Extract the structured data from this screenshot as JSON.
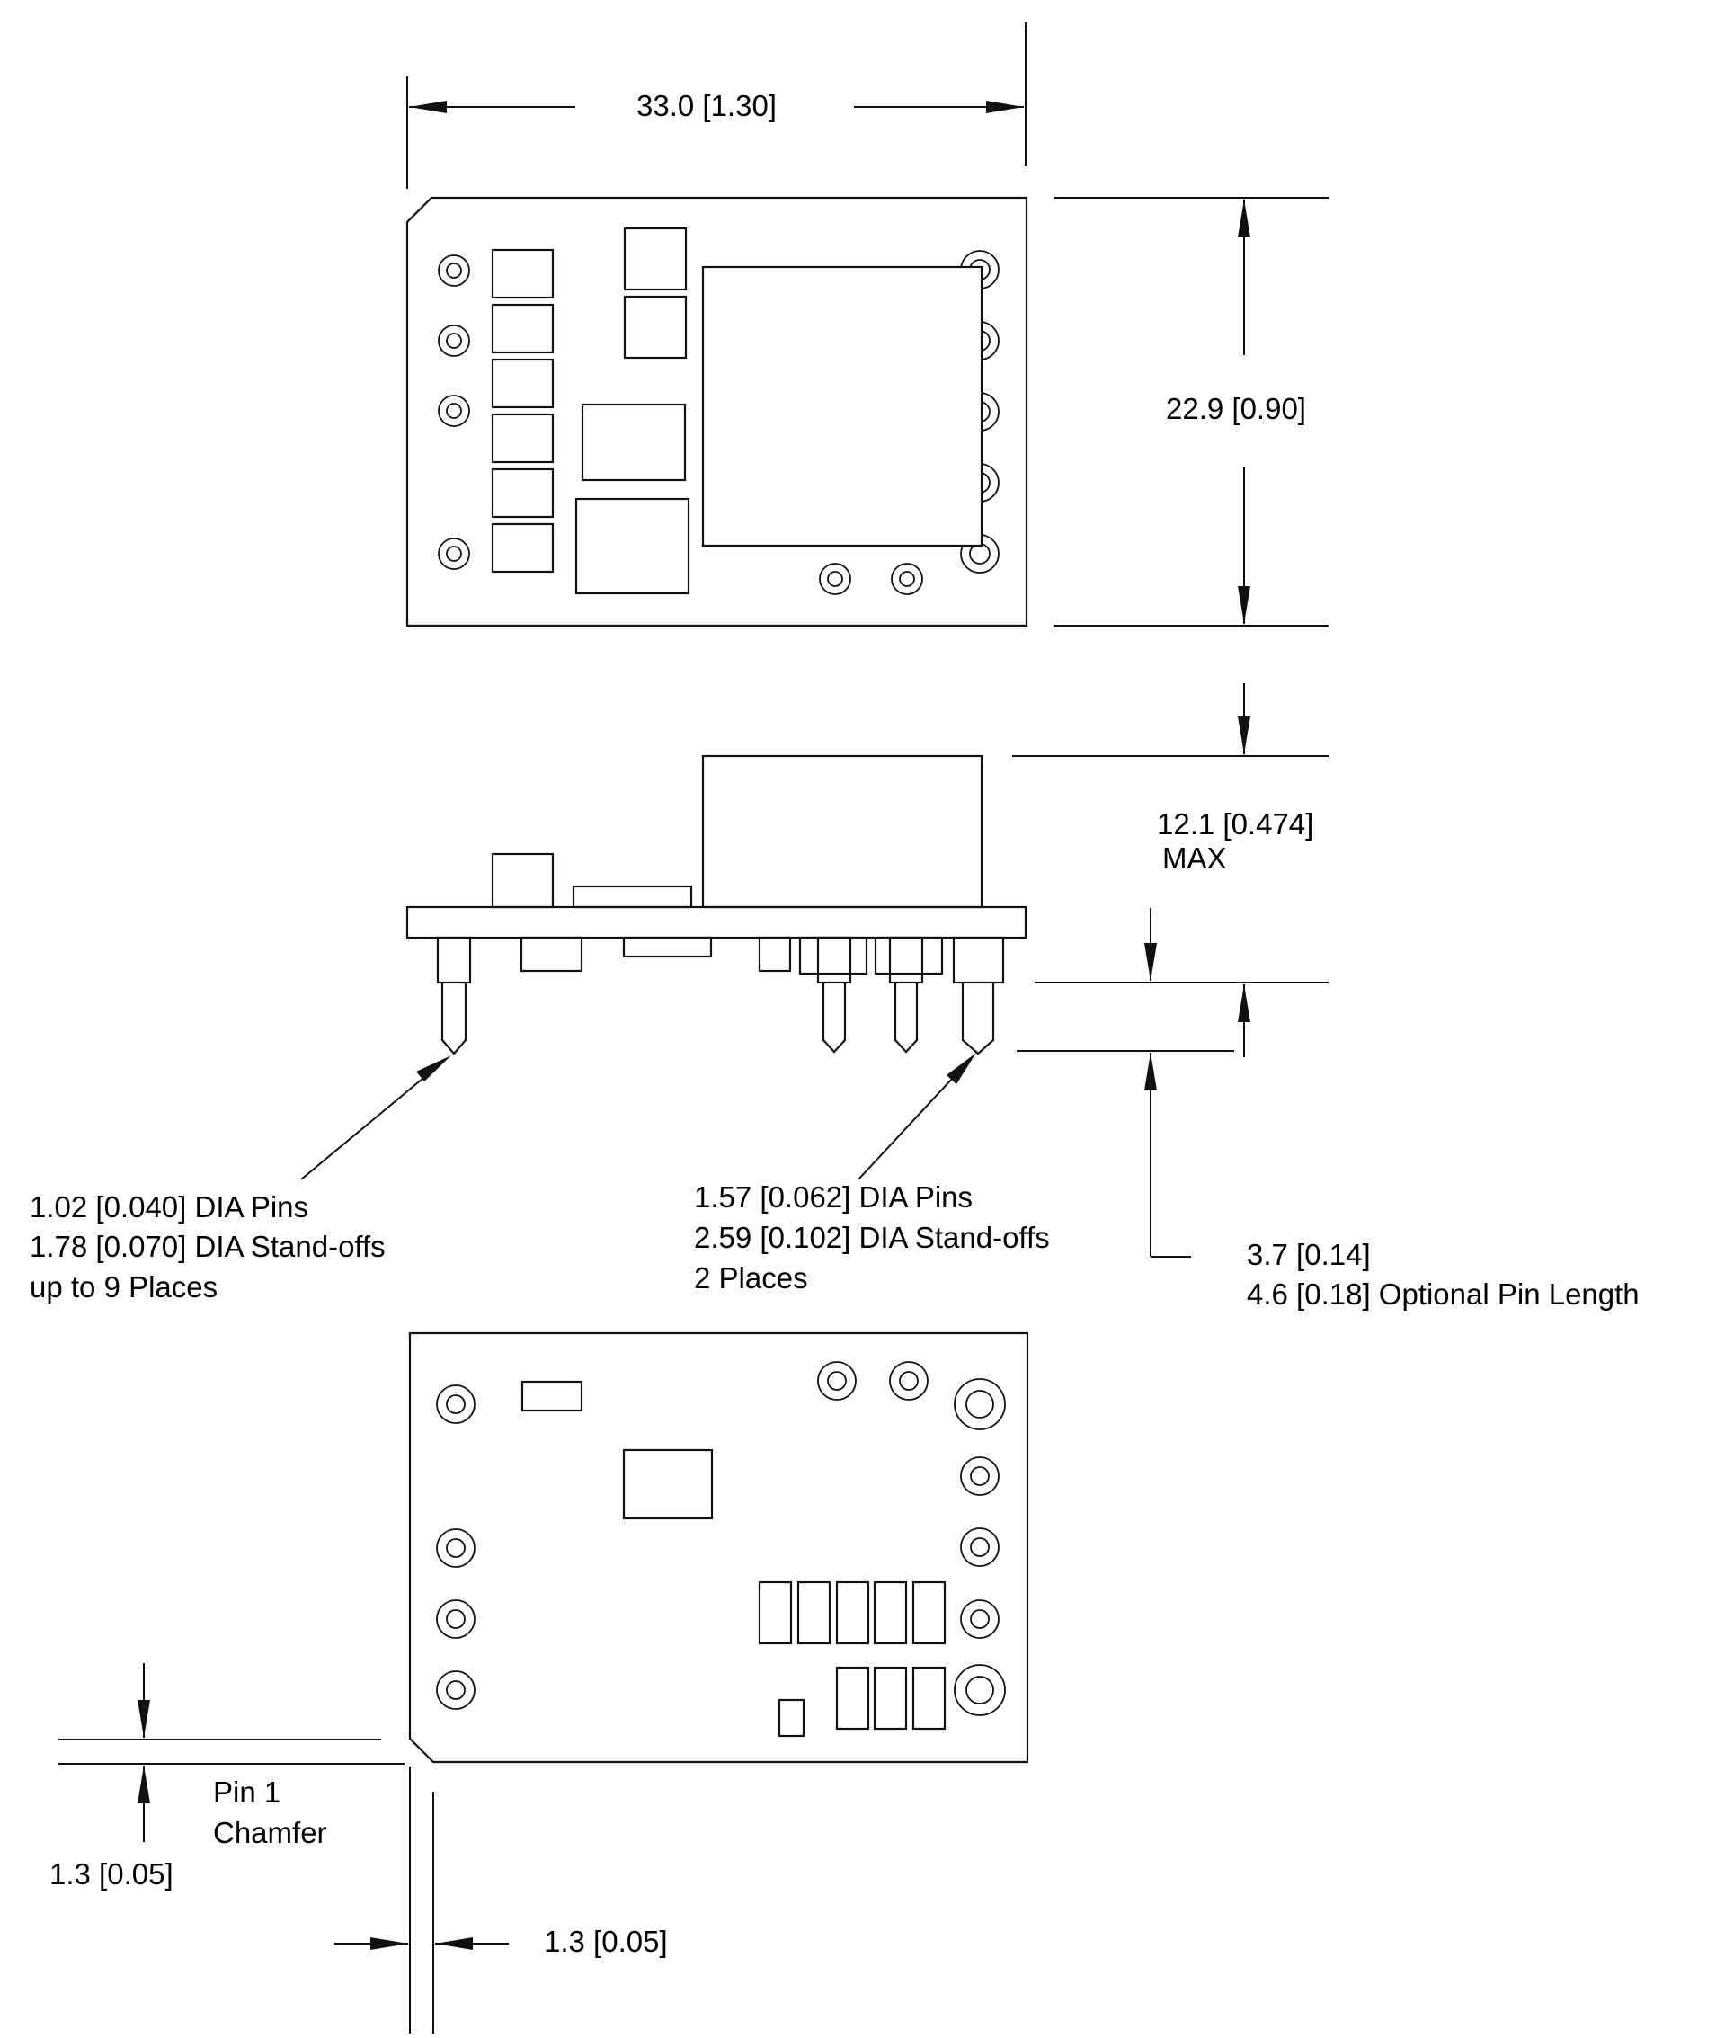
{
  "dimensions": {
    "width": "33.0 [1.30]",
    "height": "22.9 [0.90]",
    "max_height_1": "12.1 [0.474]",
    "max_height_2": "MAX",
    "pin_length_1": "3.7 [0.14]",
    "pin_length_2": "4.6 [0.18] Optional Pin Length",
    "chamfer_vertical": "1.3 [0.05]",
    "chamfer_horizontal": "1.3 [0.05]"
  },
  "callouts": {
    "small_pins": {
      "line1": "1.02 [0.040] DIA Pins",
      "line2": "1.78 [0.070] DIA Stand-offs",
      "line3": "up to 9 Places"
    },
    "large_pins": {
      "line1": "1.57 [0.062] DIA Pins",
      "line2": "2.59 [0.102] DIA Stand-offs",
      "line3": "2 Places"
    },
    "chamfer": {
      "line1": "Pin 1",
      "line2": "Chamfer"
    }
  },
  "colors": {
    "line": "#111111",
    "background": "#ffffff"
  }
}
